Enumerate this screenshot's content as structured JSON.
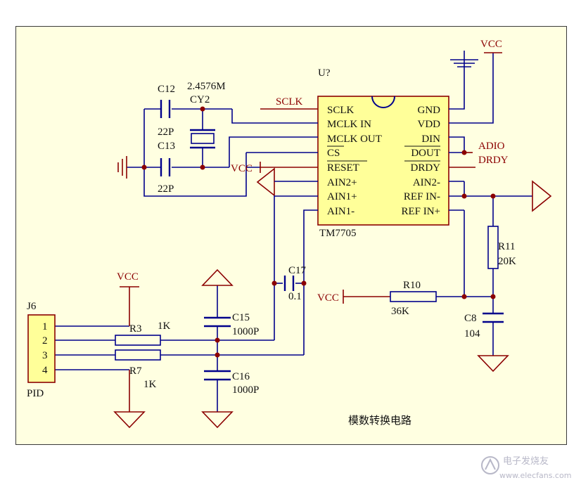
{
  "caption": "模数转换电路",
  "watermark": {
    "text": "电子发烧友",
    "url": "www.elecfans.com"
  },
  "chip": {
    "ref": "U?",
    "part": "TM7705",
    "pins_left": [
      "SCLK",
      "MCLK IN",
      "MCLK OUT",
      "CS",
      "RESET",
      "AIN2+",
      "AIN1+",
      "AIN1-"
    ],
    "pins_right": [
      "GND",
      "VDD",
      "DIN",
      "DOUT",
      "DRDY",
      "AIN2-",
      "REF IN-",
      "REF IN+"
    ]
  },
  "nets": {
    "sclk": "SCLK",
    "adio": "ADIO",
    "drdy": "DRDY"
  },
  "power": {
    "vcc": "VCC"
  },
  "components": {
    "c12": {
      "ref": "C12",
      "value": "22P"
    },
    "c13": {
      "ref": "C13",
      "value": "22P"
    },
    "cy2": {
      "ref": "CY2",
      "value": "2.4576M"
    },
    "c15": {
      "ref": "C15",
      "value": "1000P"
    },
    "c16": {
      "ref": "C16",
      "value": "1000P"
    },
    "c17": {
      "ref": "C17",
      "value": "0.1"
    },
    "c8": {
      "ref": "C8",
      "value": "104"
    },
    "r3": {
      "ref": "R3",
      "value": "1K"
    },
    "r7": {
      "ref": "R7",
      "value": "1K"
    },
    "r10": {
      "ref": "R10",
      "value": "36K"
    },
    "r11": {
      "ref": "R11",
      "value": "20K"
    }
  },
  "connector": {
    "ref": "J6",
    "name": "PID",
    "pins": [
      "1",
      "2",
      "3",
      "4"
    ]
  },
  "colors": {
    "wire": "#00008b",
    "part": "#8b0000",
    "chip_fill": "#ffff99",
    "sheet": "#ffffe1"
  }
}
